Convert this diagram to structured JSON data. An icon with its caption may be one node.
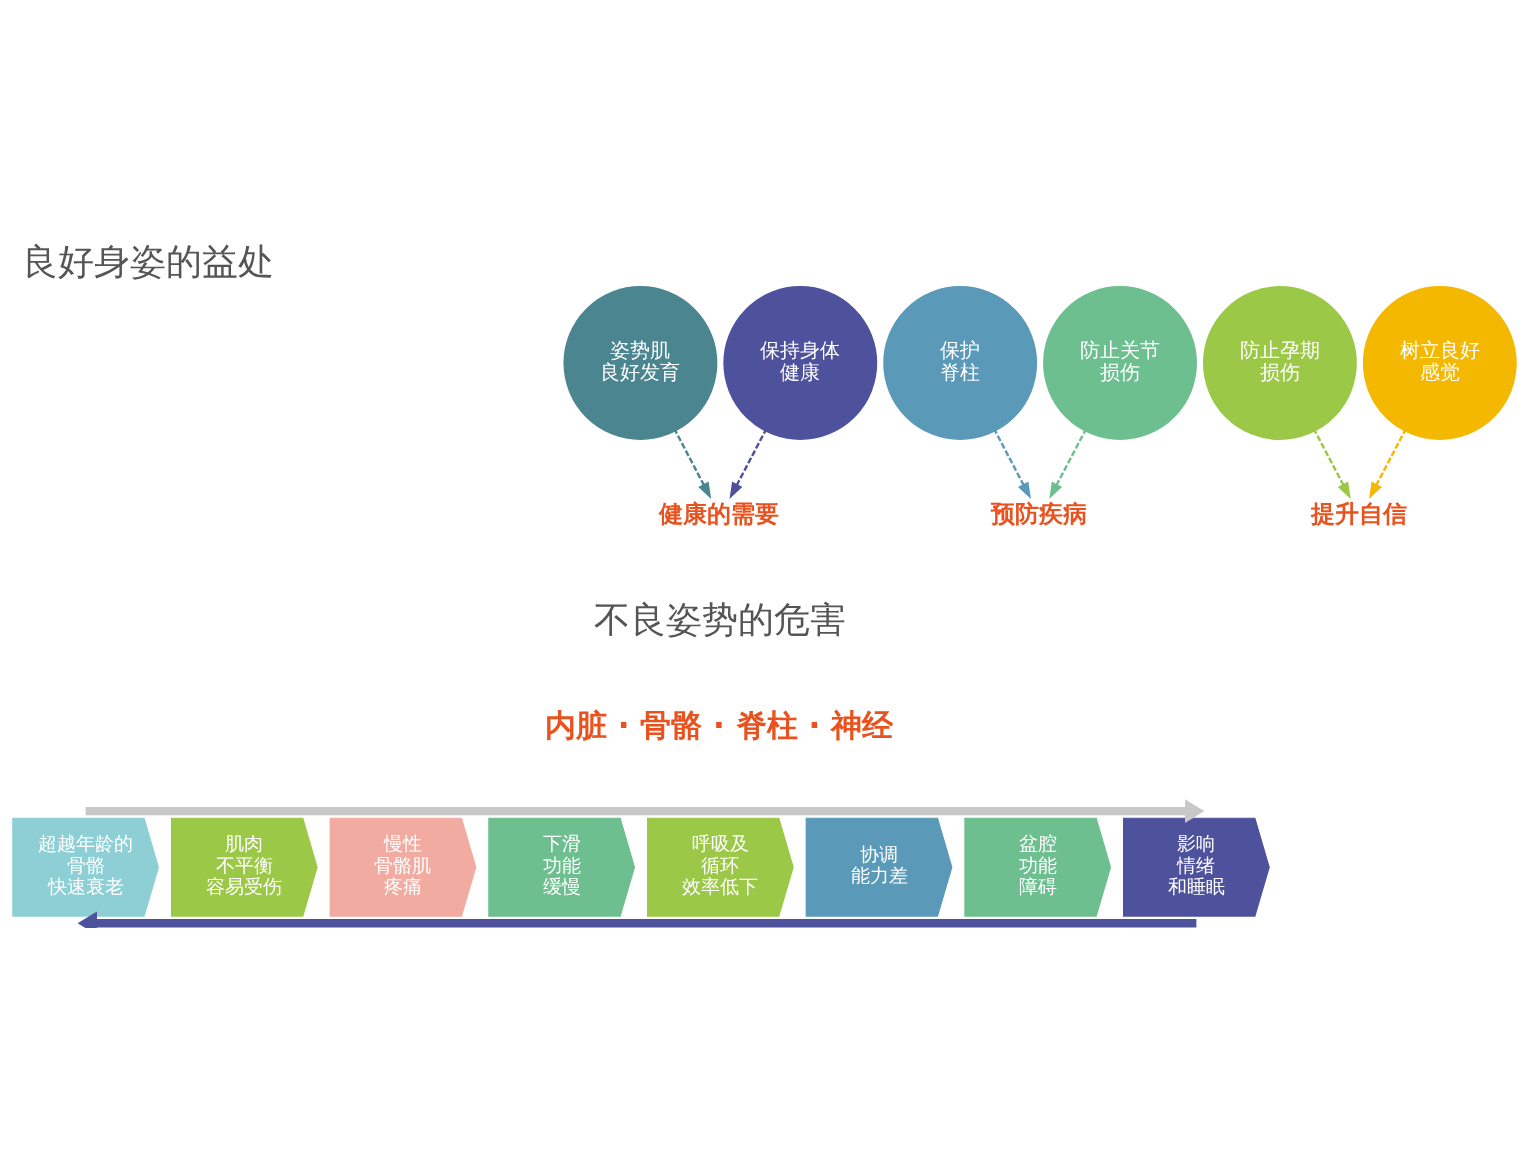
{
  "diagram": {
    "title": "良好身姿的益处",
    "nodes": [
      {
        "text": [
          "姿势肌良好发育"
        ]
      },
      {
        "text": [
          "保持身体健康"
        ]
      },
      {
        "text": [
          "保护脊柱"
        ]
      },
      {
        "text": [
          "防止关节损伤"
        ]
      },
      {
        "text": [
          "防止孕期损伤"
        ]
      },
      {
        "text": [
          "树立良好感觉"
        ]
      },
      {
        "text": [
          "健康的需要"
        ]
      },
      {
        "text": [
          "预防疾病"
        ]
      },
      {
        "text": [
          "提升自信"
        ]
      },
      {
        "text": [
          "超越年龄的骨骼快速衰老"
        ]
      },
      {
        "text": [
          "肌肉不平衡容易受伤"
        ]
      },
      {
        "text": [
          "慢性骨骼肌疼痛"
        ]
      },
      {
        "text": [
          "下滑功能缓慢"
        ]
      },
      {
        "text": [
          "呼吸及循环效率低下"
        ]
      },
      {
        "text": [
          "协调能力差"
        ]
      },
      {
        "text": [
          "盆腔功能障碍"
        ]
      },
      {
        "text": [
          "影响情绪和睡眠"
        ]
      }
    ],
    "edges": [
      {
        "from": 0,
        "to": 6,
        "arrow": "to",
        "style": "dashed",
        "color": "#4a8590"
      },
      {
        "from": 1,
        "to": 6,
        "arrow": "to",
        "style": "dashed",
        "color": "#4e519b"
      },
      {
        "from": 2,
        "to": 7,
        "arrow": "to",
        "style": "dashed",
        "color": "#5a9ab8"
      },
      {
        "from": 3,
        "to": 7,
        "arrow": "to",
        "style": "dashed",
        "color": "#6dbf8f"
      },
      {
        "from": 4,
        "to": 8,
        "arrow": "to",
        "style": "dashed",
        "color": "#9bc847"
      },
      {
        "from": 5,
        "to": 8,
        "arrow": "to",
        "style": "dashed",
        "color": "#f5b800"
      },
      {
        "from": 9,
        "to": 16,
        "arrow": "to",
        "style": "thick",
        "color": "#c8c8c8"
      },
      {
        "from": 16,
        "to": 9,
        "arrow": "to",
        "style": "thick",
        "color": "#4e519b"
      }
    ],
    "labels": [
      "不良姿势的危害",
      "内脏 · 骨骼 · 脊柱 · 神经"
    ]
  }
}
